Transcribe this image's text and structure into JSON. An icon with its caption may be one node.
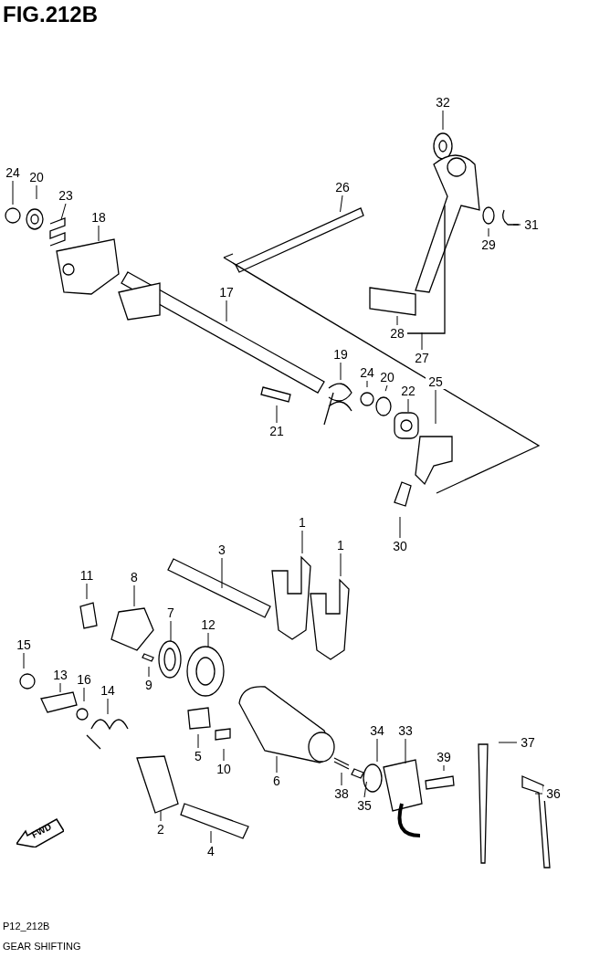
{
  "diagram": {
    "title": "FIG.212B",
    "caption": "GEAR SHIFTING",
    "nodes": [
      {
        "text": [
          "32"
        ]
      },
      {
        "text": [
          "24"
        ]
      },
      {
        "text": [
          "20"
        ]
      },
      {
        "text": [
          "26"
        ]
      },
      {
        "text": [
          "23"
        ]
      },
      {
        "text": [
          "18"
        ]
      },
      {
        "text": [
          "31"
        ]
      },
      {
        "text": [
          "29"
        ]
      },
      {
        "text": [
          "17"
        ]
      },
      {
        "text": [
          "28"
        ]
      },
      {
        "text": [
          "27"
        ]
      },
      {
        "text": [
          "19"
        ]
      },
      {
        "text": [
          "24"
        ]
      },
      {
        "text": [
          "20"
        ]
      },
      {
        "text": [
          "22"
        ]
      },
      {
        "text": [
          "25"
        ]
      },
      {
        "text": [
          "21"
        ]
      },
      {
        "text": [
          "30"
        ]
      },
      {
        "text": [
          "1"
        ]
      },
      {
        "text": [
          "1"
        ]
      },
      {
        "text": [
          "3"
        ]
      },
      {
        "text": [
          "11"
        ]
      },
      {
        "text": [
          "8"
        ]
      },
      {
        "text": [
          "7"
        ]
      },
      {
        "text": [
          "12"
        ]
      },
      {
        "text": [
          "15"
        ]
      },
      {
        "text": [
          "13"
        ]
      },
      {
        "text": [
          "16"
        ]
      },
      {
        "text": [
          "9"
        ]
      },
      {
        "text": [
          "14"
        ]
      },
      {
        "text": [
          "34"
        ]
      },
      {
        "text": [
          "33"
        ]
      },
      {
        "text": [
          "37"
        ]
      },
      {
        "text": [
          "39"
        ]
      },
      {
        "text": [
          "5"
        ]
      },
      {
        "text": [
          "10"
        ]
      },
      {
        "text": [
          "6"
        ]
      },
      {
        "text": [
          "36"
        ]
      },
      {
        "text": [
          "38"
        ]
      },
      {
        "text": [
          "35"
        ]
      },
      {
        "text": [
          "2"
        ]
      },
      {
        "text": [
          "4"
        ]
      },
      {
        "text": [
          "FWD"
        ]
      }
    ],
    "edges": [
      {
        "from": 0,
        "to": null,
        "arrow": "none"
      },
      {
        "from": 1,
        "to": null,
        "arrow": "none"
      },
      {
        "from": 2,
        "to": null,
        "arrow": "none"
      },
      {
        "from": 3,
        "to": null,
        "arrow": "none"
      },
      {
        "from": 4,
        "to": null,
        "arrow": "none"
      },
      {
        "from": 5,
        "to": null,
        "arrow": "none"
      },
      {
        "from": 6,
        "to": null,
        "arrow": "none"
      },
      {
        "from": 7,
        "to": null,
        "arrow": "none"
      },
      {
        "from": 8,
        "to": null,
        "arrow": "none"
      },
      {
        "from": 9,
        "to": null,
        "arrow": "none"
      },
      {
        "from": 10,
        "to": null,
        "arrow": "none"
      },
      {
        "from": 11,
        "to": null,
        "arrow": "none"
      },
      {
        "from": 12,
        "to": null,
        "arrow": "none"
      },
      {
        "from": 13,
        "to": null,
        "arrow": "none"
      },
      {
        "from": 14,
        "to": null,
        "arrow": "none"
      },
      {
        "from": 15,
        "to": null,
        "arrow": "none"
      },
      {
        "from": 16,
        "to": null,
        "arrow": "none"
      },
      {
        "from": 17,
        "to": null,
        "arrow": "none"
      },
      {
        "from": 18,
        "to": null,
        "arrow": "none"
      },
      {
        "from": 19,
        "to": null,
        "arrow": "none"
      },
      {
        "from": 20,
        "to": null,
        "arrow": "none"
      },
      {
        "from": 21,
        "to": null,
        "arrow": "none"
      },
      {
        "from": 22,
        "to": null,
        "arrow": "none"
      },
      {
        "from": 23,
        "to": null,
        "arrow": "none"
      },
      {
        "from": 24,
        "to": null,
        "arrow": "none"
      },
      {
        "from": 25,
        "to": null,
        "arrow": "none"
      },
      {
        "from": 26,
        "to": null,
        "arrow": "none"
      },
      {
        "from": 27,
        "to": null,
        "arrow": "none"
      },
      {
        "from": 28,
        "to": null,
        "arrow": "none"
      },
      {
        "from": 29,
        "to": null,
        "arrow": "none"
      },
      {
        "from": 30,
        "to": null,
        "arrow": "none"
      },
      {
        "from": 31,
        "to": null,
        "arrow": "none"
      },
      {
        "from": 32,
        "to": null,
        "arrow": "none"
      },
      {
        "from": 33,
        "to": null,
        "arrow": "none"
      },
      {
        "from": 34,
        "to": null,
        "arrow": "none"
      },
      {
        "from": 35,
        "to": null,
        "arrow": "none"
      },
      {
        "from": 36,
        "to": null,
        "arrow": "none"
      },
      {
        "from": 37,
        "to": null,
        "arrow": "none"
      },
      {
        "from": 38,
        "to": null,
        "arrow": "none"
      },
      {
        "from": 39,
        "to": null,
        "arrow": "none"
      },
      {
        "from": 40,
        "to": null,
        "arrow": "none"
      },
      {
        "from": 41,
        "to": null,
        "arrow": "none"
      }
    ],
    "labels": [
      "P12_212B"
    ]
  }
}
